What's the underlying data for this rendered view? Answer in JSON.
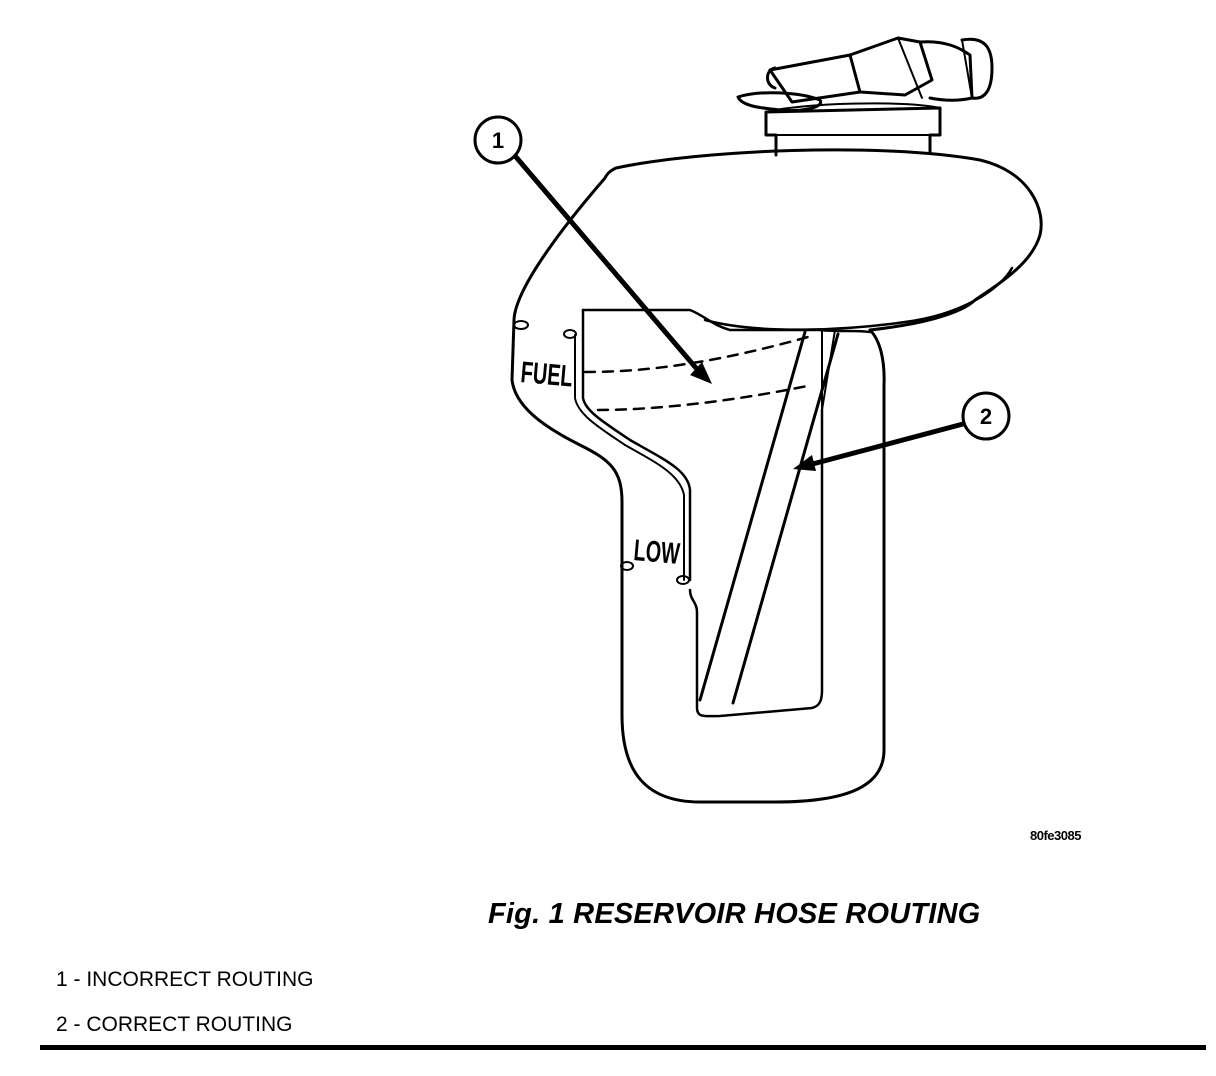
{
  "figure": {
    "id_code": "80fe3085",
    "caption": "Fig. 1 RESERVOIR HOSE ROUTING",
    "tank_labels": {
      "fuel": "FUEL",
      "low": "LOW"
    },
    "callouts": [
      {
        "number": "1",
        "meaning": "1 - INCORRECT ROUTING"
      },
      {
        "number": "2",
        "meaning": "2 - CORRECT ROUTING"
      }
    ]
  },
  "colors": {
    "ink": "#000000",
    "paper": "#ffffff"
  }
}
